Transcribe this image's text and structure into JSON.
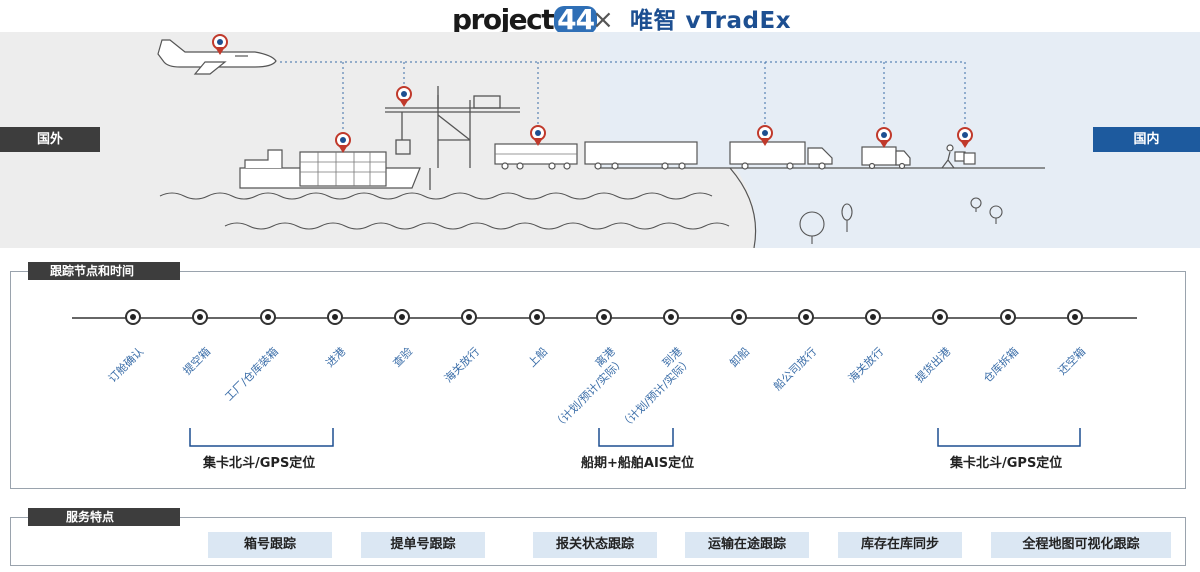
{
  "header": {
    "logo_left_main": "project",
    "logo_left_num": "44",
    "separator": "×",
    "logo_right": "唯智 vTradEx"
  },
  "regions": {
    "overseas": "国外",
    "domestic": "国内",
    "overseas_bg": "#ededed",
    "domestic_bg": "#e6edf5",
    "overseas_label_bg": "#3d3d3d",
    "domestic_label_bg": "#1d5a9e"
  },
  "tracking": {
    "section_title": "跟踪节点和时间",
    "nodes": [
      {
        "label": "订舱确认",
        "sub": ""
      },
      {
        "label": "提空箱",
        "sub": ""
      },
      {
        "label": "工厂/仓库装箱",
        "sub": ""
      },
      {
        "label": "进港",
        "sub": ""
      },
      {
        "label": "查验",
        "sub": ""
      },
      {
        "label": "海关放行",
        "sub": ""
      },
      {
        "label": "上船",
        "sub": ""
      },
      {
        "label": "离港",
        "sub": "（计划/预计/实际）"
      },
      {
        "label": "到港",
        "sub": "（计划/预计/实际）"
      },
      {
        "label": "卸船",
        "sub": ""
      },
      {
        "label": "船公司放行",
        "sub": ""
      },
      {
        "label": "海关放行",
        "sub": ""
      },
      {
        "label": "提货出港",
        "sub": ""
      },
      {
        "label": "仓库拆箱",
        "sub": ""
      },
      {
        "label": "还空箱",
        "sub": ""
      }
    ],
    "groups": [
      {
        "label": "集卡北斗/GPS定位"
      },
      {
        "label": "船期+船舶AIS定位"
      },
      {
        "label": "集卡北斗/GPS定位"
      }
    ]
  },
  "services": {
    "section_title": "服务特点",
    "items": [
      {
        "label": "箱号跟踪"
      },
      {
        "label": "提单号跟踪"
      },
      {
        "label": "报关状态跟踪"
      },
      {
        "label": "运输在途跟踪"
      },
      {
        "label": "库存在库同步"
      },
      {
        "label": "全程地图可视化跟踪"
      }
    ]
  }
}
